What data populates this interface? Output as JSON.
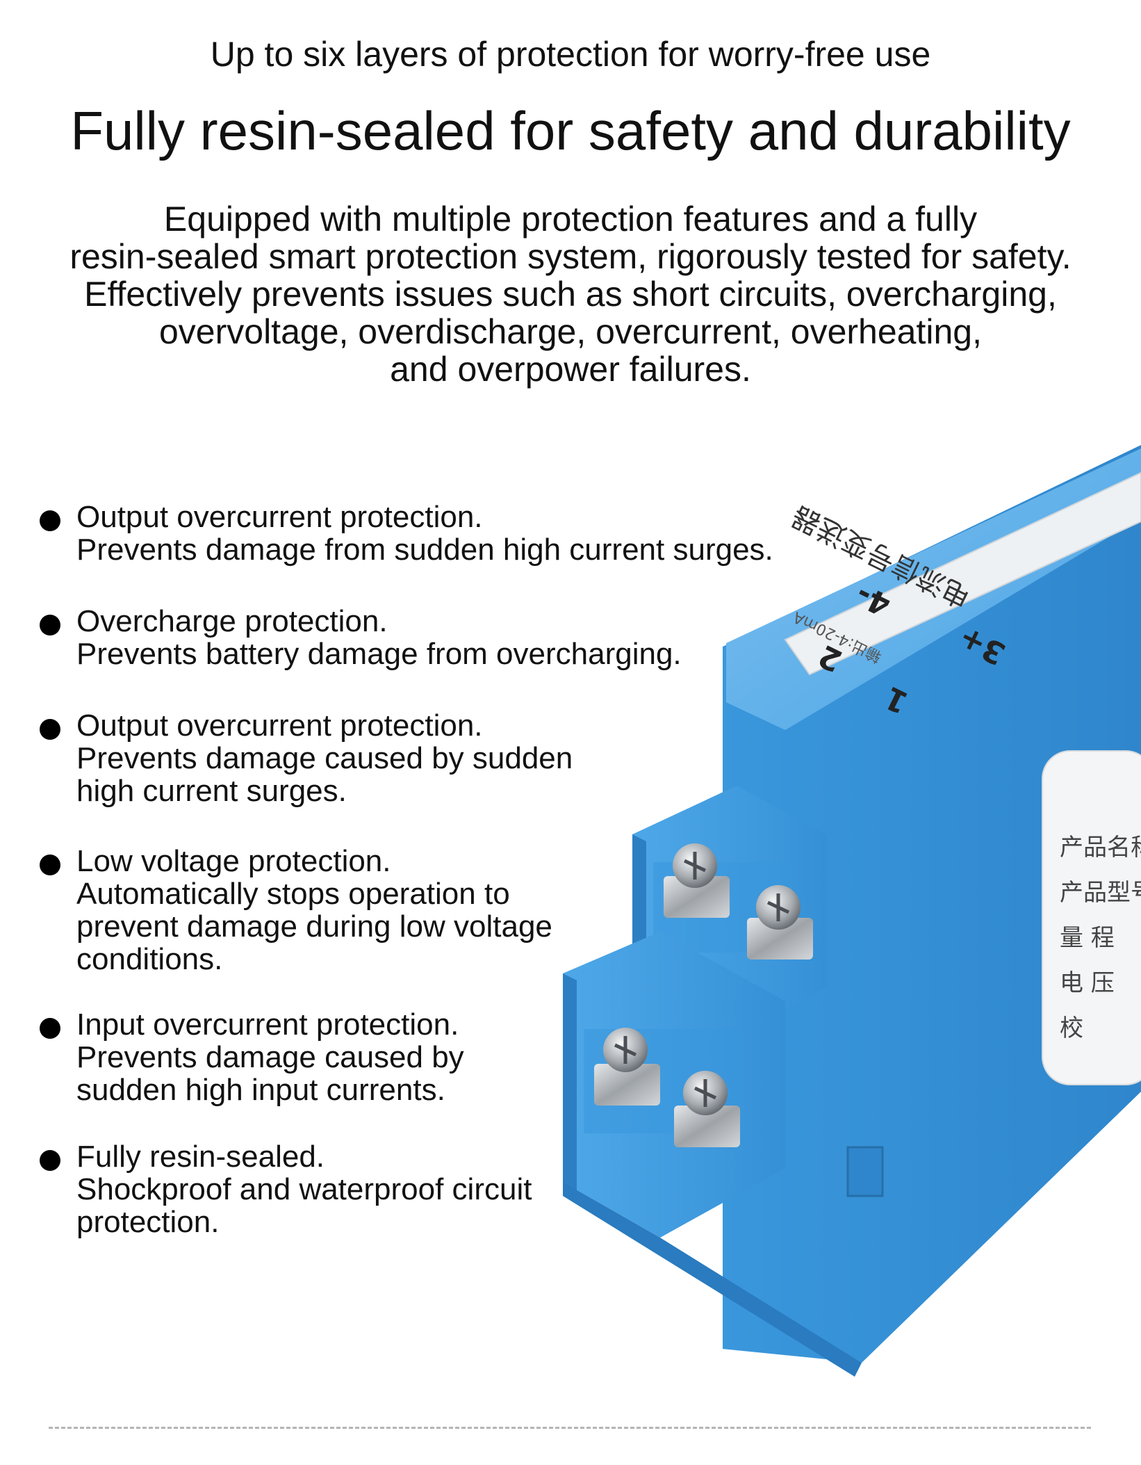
{
  "header": {
    "subtitle": "Up to six layers of protection for worry-free use",
    "title": "Fully resin-sealed for safety and durability"
  },
  "intro": {
    "lines": [
      "Equipped with multiple protection features and a fully",
      "resin-sealed smart protection system, rigorously tested for safety.",
      "Effectively prevents issues such as short circuits, overcharging,",
      "overvoltage, overdischarge, overcurrent, overheating,",
      "and overpower failures."
    ]
  },
  "features": [
    {
      "title": "Output overcurrent protection.",
      "lines": [
        "Prevents damage from sudden high current surges."
      ]
    },
    {
      "title": "Overcharge protection.",
      "lines": [
        "Prevents battery damage from overcharging."
      ]
    },
    {
      "title": "Output overcurrent protection.",
      "lines": [
        "Prevents damage caused by sudden",
        "high current surges."
      ]
    },
    {
      "title": "Low voltage protection.",
      "lines": [
        "Automatically stops operation to",
        "prevent damage during low voltage",
        "conditions."
      ]
    },
    {
      "title": "Input overcurrent protection.",
      "lines": [
        "Prevents damage caused by",
        "sudden high input currents."
      ]
    },
    {
      "title": "Fully resin-sealed.",
      "lines": [
        "Shockproof and waterproof circuit",
        "protection."
      ]
    }
  ],
  "product": {
    "top_label": "输出:4-20mA",
    "top_label_title": "电流信号变送器",
    "terminal_numbers": [
      "1",
      "2",
      "3+",
      "4-"
    ],
    "side_label_lines": [
      "产品名称",
      "产品型号",
      "量  程",
      "电  压",
      "  校"
    ],
    "colors": {
      "body": "#3b9be0",
      "body_dark": "#2a7fc4",
      "body_light": "#6fb9ef",
      "label": "#f1f3f4",
      "metal": "#b8bcc0"
    }
  }
}
